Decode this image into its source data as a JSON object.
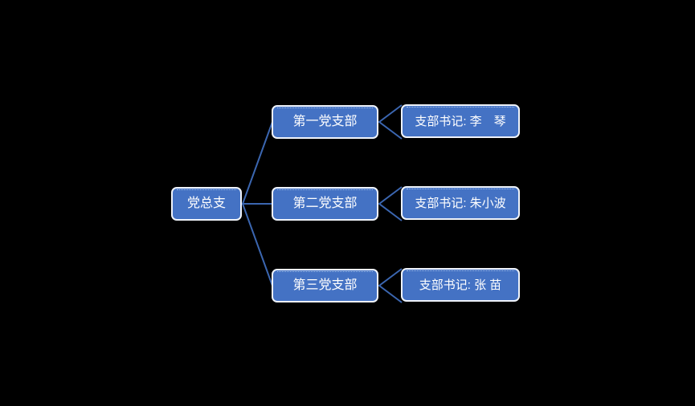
{
  "diagram": {
    "type": "org-hierarchy",
    "root": {
      "label": "党总支"
    },
    "branches": [
      {
        "label": "第一党支部",
        "secretary_label": "支部书记: 李　琴"
      },
      {
        "label": "第二党支部",
        "secretary_label": "支部书记: 朱小波"
      },
      {
        "label": "第三党支部",
        "secretary_label": "支部书记: 张 苗"
      }
    ],
    "colors": {
      "background": "#000000",
      "node_fill": "#4472C4",
      "node_border": "#EFF3FA",
      "node_text": "#FFFFFF",
      "connector": "#3B66B0"
    }
  }
}
